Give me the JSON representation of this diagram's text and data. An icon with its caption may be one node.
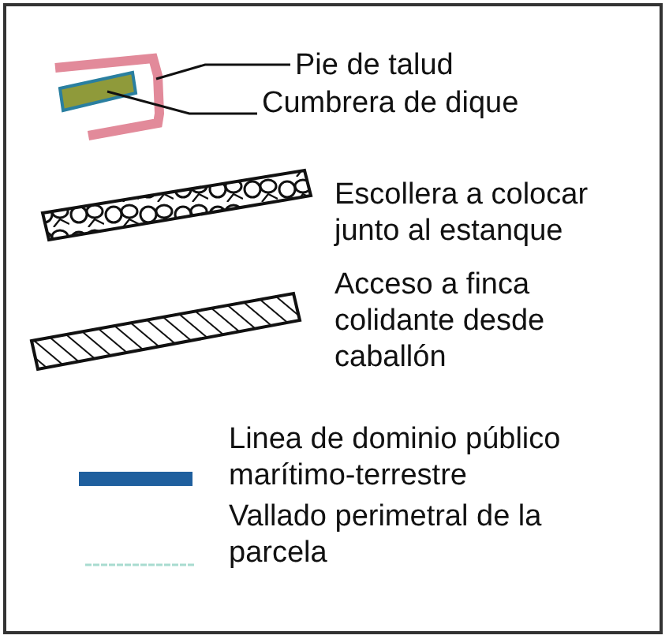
{
  "diagram": {
    "nodes": [
      {
        "text": [
          "Pie de talud"
        ]
      },
      {
        "text": [
          "Cumbrera de dique"
        ]
      },
      {
        "text": [],
        "shape": "picture"
      },
      {
        "text": [],
        "shape": "bar",
        "in": 2
      }
    ],
    "edges": [
      {
        "from": 0,
        "to": 2,
        "arrow": "none"
      },
      {
        "from": 1,
        "to": 3,
        "arrow": "none"
      }
    ],
    "legend": [
      {
        "text": "Escollera a colocar junto al estanque"
      },
      {
        "text": "Acceso a finca colidante desde caballón"
      },
      {
        "text": "Linea de dominio público marítimo-terrestre",
        "color": "#1f5f9e"
      },
      {
        "text": "Vallado perimetral de la parcela"
      }
    ]
  }
}
